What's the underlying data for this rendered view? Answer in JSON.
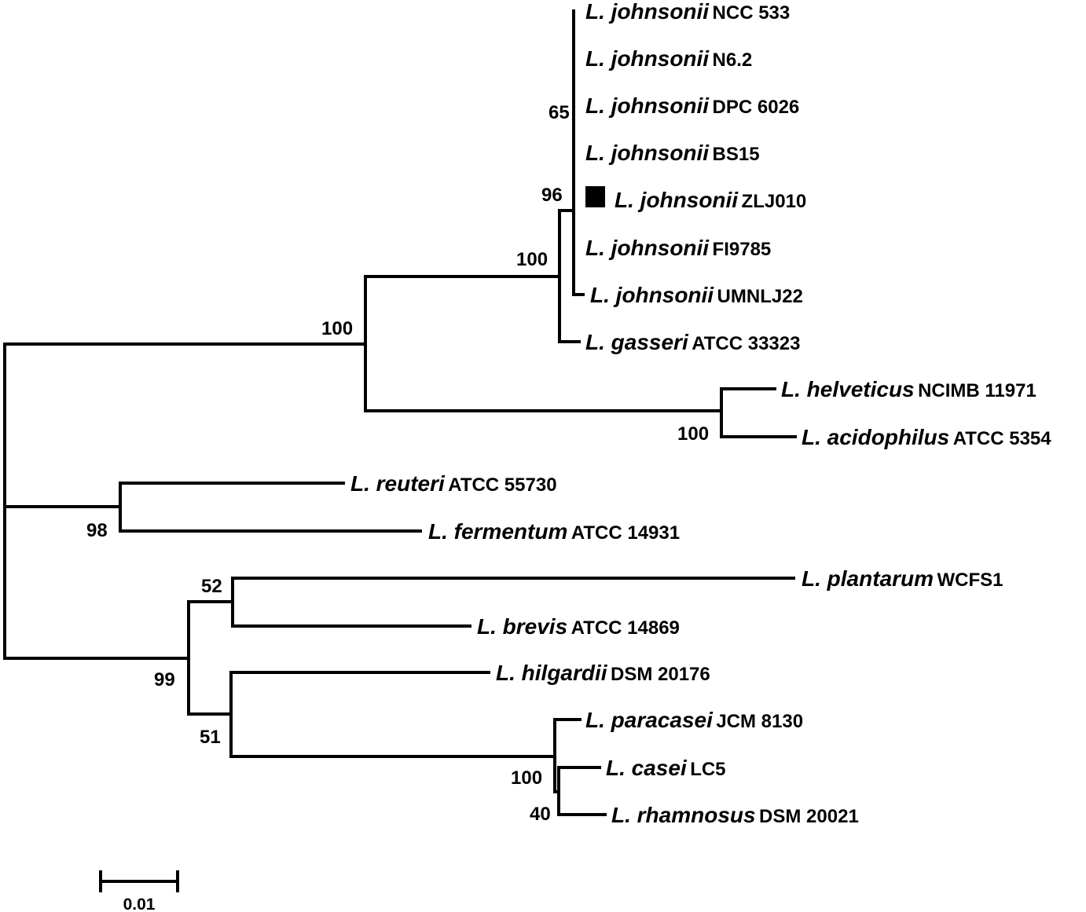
{
  "tree": {
    "leaves": [
      {
        "species": "L. johnsonii",
        "strain": "NCC 533"
      },
      {
        "species": "L. johnsonii",
        "strain": "N6.2"
      },
      {
        "species": "L. johnsonii",
        "strain": "DPC 6026"
      },
      {
        "species": "L. johnsonii",
        "strain": "BS15"
      },
      {
        "species": "L. johnsonii",
        "strain": "ZLJ010",
        "marker": "filled-square"
      },
      {
        "species": "L. johnsonii",
        "strain": "FI9785"
      },
      {
        "species": "L. johnsonii",
        "strain": "UMNLJ22"
      },
      {
        "species": "L. gasseri",
        "strain": "ATCC 33323"
      },
      {
        "species": "L. helveticus",
        "strain": "NCIMB 11971"
      },
      {
        "species": "L. acidophilus",
        "strain": "ATCC 5354"
      },
      {
        "species": "L. reuteri",
        "strain": "ATCC 55730"
      },
      {
        "species": "L. fermentum",
        "strain": "ATCC 14931"
      },
      {
        "species": "L. plantarum",
        "strain": "WCFS1"
      },
      {
        "species": "L. brevis",
        "strain": "ATCC 14869"
      },
      {
        "species": "L. hilgardii",
        "strain": "DSM 20176"
      },
      {
        "species": "L. paracasei",
        "strain": "JCM 8130"
      },
      {
        "species": "L. casei",
        "strain": "LC5"
      },
      {
        "species": "L. rhamnosus",
        "strain": "DSM 20021"
      }
    ],
    "bootstrap": [
      {
        "node": "johnsonii-inner",
        "value": "65"
      },
      {
        "node": "johnsonii-clade",
        "value": "96"
      },
      {
        "node": "johnsonii-gasseri",
        "value": "100"
      },
      {
        "node": "acidophilus-group",
        "value": "100"
      },
      {
        "node": "helveticus-acidophilus",
        "value": "100"
      },
      {
        "node": "reuteri-fermentum",
        "value": "98"
      },
      {
        "node": "plantarum-brevis",
        "value": "52"
      },
      {
        "node": "plantarum-casei-group",
        "value": "99"
      },
      {
        "node": "hilgardii-casei-group",
        "value": "51"
      },
      {
        "node": "casei-group",
        "value": "100"
      },
      {
        "node": "casei-rhamnosus",
        "value": "40"
      }
    ],
    "scale_bar": {
      "value": 0.01,
      "label": "0.01"
    },
    "colors": {
      "line": "#000000",
      "text": "#000000",
      "background": "#ffffff"
    }
  }
}
